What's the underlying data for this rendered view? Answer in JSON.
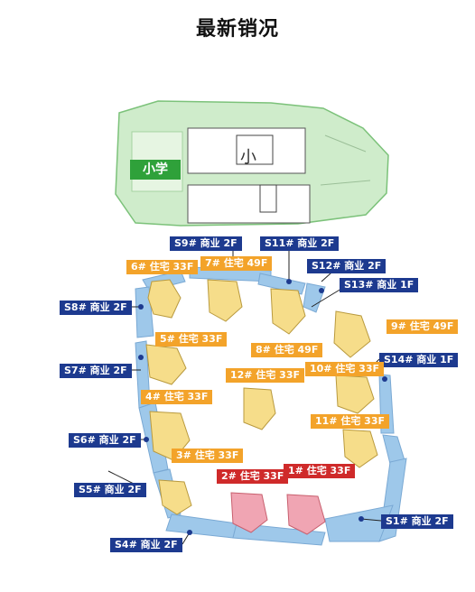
{
  "title": "最新销况",
  "school": {
    "label": "小学",
    "building_text": "小"
  },
  "colors": {
    "commercial": "#1d3a8f",
    "residential_available": "#f3a32a",
    "residential_highlight": "#cf2a2a",
    "commercial_strip": "#9ec8ea",
    "school_ground": "#cfeccb",
    "building_yellow": "#f6dd8a",
    "building_pink": "#f0a5b3"
  },
  "labels": [
    {
      "id": "s9",
      "text": "S9# 商业 2F",
      "kind": "blue"
    },
    {
      "id": "s11",
      "text": "S11# 商业 2F",
      "kind": "blue"
    },
    {
      "id": "b6",
      "text": "6# 住宅 33F",
      "kind": "orange"
    },
    {
      "id": "b7",
      "text": "7# 住宅 49F",
      "kind": "orange"
    },
    {
      "id": "s12",
      "text": "S12# 商业 2F",
      "kind": "blue"
    },
    {
      "id": "s13",
      "text": "S13# 商业 1F",
      "kind": "blue"
    },
    {
      "id": "s8",
      "text": "S8# 商业 2F",
      "kind": "blue"
    },
    {
      "id": "b9",
      "text": "9# 住宅 49F",
      "kind": "orange"
    },
    {
      "id": "b5",
      "text": "5# 住宅 33F",
      "kind": "orange"
    },
    {
      "id": "b8",
      "text": "8# 住宅 49F",
      "kind": "orange"
    },
    {
      "id": "s7",
      "text": "S7# 商业 2F",
      "kind": "blue"
    },
    {
      "id": "s14",
      "text": "S14# 商业 1F",
      "kind": "blue"
    },
    {
      "id": "b10",
      "text": "10# 住宅 33F",
      "kind": "orange"
    },
    {
      "id": "b12",
      "text": "12# 住宅 33F",
      "kind": "orange"
    },
    {
      "id": "b4",
      "text": "4# 住宅 33F",
      "kind": "orange"
    },
    {
      "id": "b11",
      "text": "11# 住宅 33F",
      "kind": "orange"
    },
    {
      "id": "s6",
      "text": "S6# 商业 2F",
      "kind": "blue"
    },
    {
      "id": "b3",
      "text": "3# 住宅 33F",
      "kind": "orange"
    },
    {
      "id": "b2",
      "text": "2# 住宅 33F",
      "kind": "red"
    },
    {
      "id": "b1",
      "text": "1# 住宅 33F",
      "kind": "red"
    },
    {
      "id": "s5",
      "text": "S5# 商业 2F",
      "kind": "blue"
    },
    {
      "id": "s4",
      "text": "S4# 商业 2F",
      "kind": "blue"
    },
    {
      "id": "s1",
      "text": "S1# 商业 2F",
      "kind": "blue"
    }
  ]
}
